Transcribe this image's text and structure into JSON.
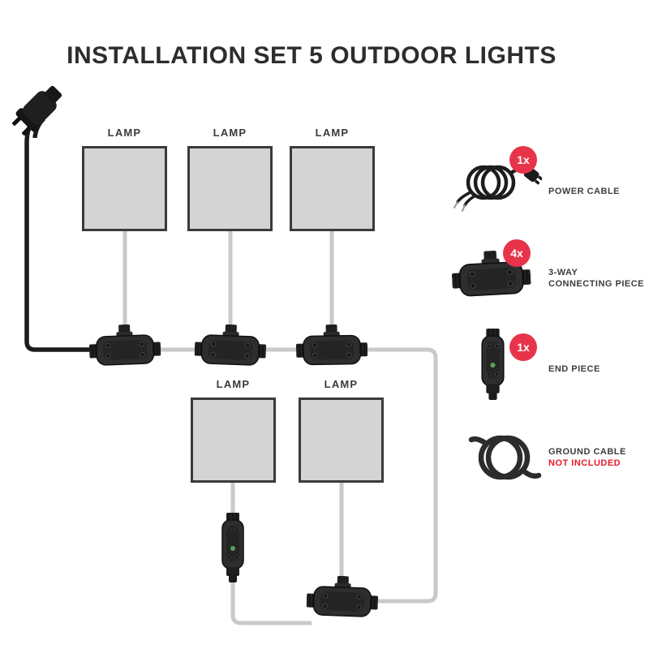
{
  "title": "INSTALLATION SET 5 OUTDOOR LIGHTS",
  "diagram": {
    "lamps": [
      {
        "label": "LAMP"
      },
      {
        "label": "LAMP"
      },
      {
        "label": "LAMP"
      },
      {
        "label": "LAMP"
      },
      {
        "label": "LAMP"
      }
    ]
  },
  "legend": {
    "items": [
      {
        "qty": "1x",
        "label": "POWER CABLE"
      },
      {
        "qty": "4x",
        "label_lines": [
          "3-WAY",
          "CONNECTING PIECE"
        ]
      },
      {
        "qty": "1x",
        "label": "END PIECE"
      },
      {
        "label": "GROUND CABLE",
        "note": "NOT INCLUDED"
      }
    ]
  },
  "colors": {
    "badge_red": "#e8344a",
    "note_red": "#e8192d",
    "cable_gray": "#c9c9c9",
    "cable_black": "#1c1c1c",
    "lamp_fill": "#d4d4d4",
    "lamp_border": "#3a3a3a",
    "connector_dark": "#2e2e2e",
    "title_color": "#2d2d2d"
  }
}
